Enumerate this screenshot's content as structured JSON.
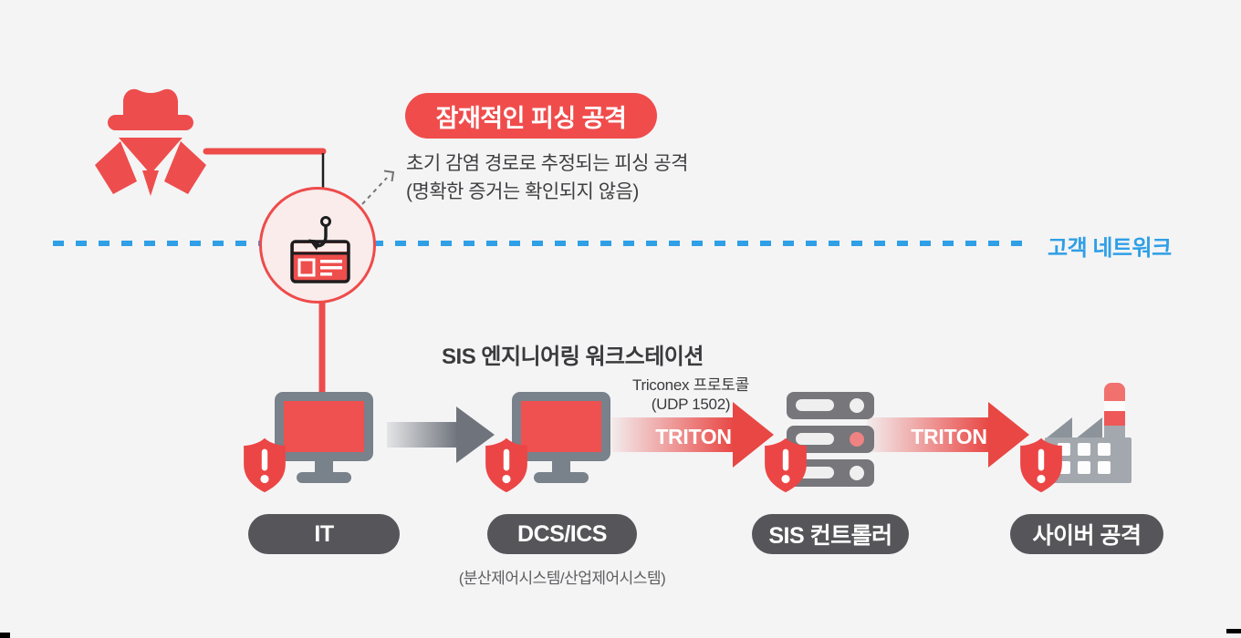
{
  "phishing": {
    "badge": "잠재적인 피싱 공격",
    "desc_line1": "초기 감염 경로로 추정되는 피싱 공격",
    "desc_line2": "(명확한 증거는 확인되지 않음)"
  },
  "network": {
    "label": "고객 네트워크"
  },
  "workstation": {
    "title": "SIS 엔지니어링 워크스테이션"
  },
  "protocol": {
    "line1": "Triconex 프로토콜",
    "line2": "(UDP 1502)"
  },
  "arrows": {
    "triton1": "TRITON",
    "triton2": "TRITON"
  },
  "nodes": [
    {
      "id": "it",
      "label": "IT"
    },
    {
      "id": "dcs",
      "label": "DCS/ICS",
      "subnote": "(분산제어시스템/산업제어시스템)"
    },
    {
      "id": "sis",
      "label": "SIS 컨트롤러"
    },
    {
      "id": "cyber",
      "label": "사이버 공격"
    }
  ],
  "icons": {
    "hacker": "hacker-spy-icon",
    "hook": "phishing-hook-card-icon",
    "monitor": "monitor-icon",
    "shield": "warning-shield-icon",
    "server": "server-stack-icon",
    "factory": "factory-icon"
  },
  "colors": {
    "background": "#f4f4f5",
    "red": "#ee4b4b",
    "blue": "#2f9fe6",
    "pill_gray": "#56565a",
    "slate": "#79818b",
    "text_dark": "#3a3a3c"
  }
}
